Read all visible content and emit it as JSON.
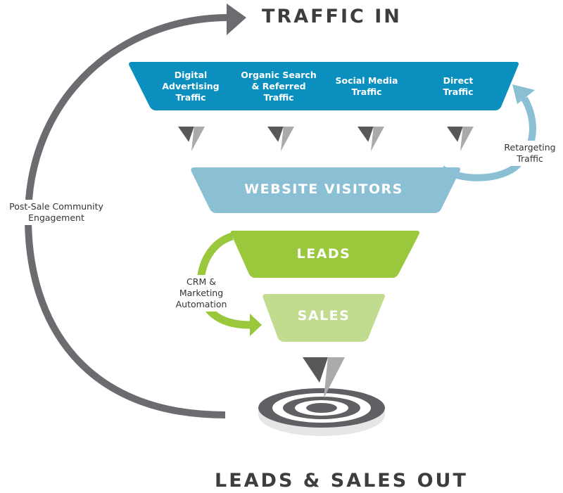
{
  "titles": {
    "top": "TRAFFIC IN",
    "bottom": "LEADS & SALES OUT"
  },
  "traffic_sources": [
    {
      "label": "Digital\nAdvertising\nTraffic"
    },
    {
      "label": "Organic Search\n& Referred\nTraffic"
    },
    {
      "label": "Social Media\nTraffic"
    },
    {
      "label": "Direct\nTraffic"
    }
  ],
  "funnel_stages": [
    {
      "id": "website-visitors",
      "label": "WEBSITE VISITORS"
    },
    {
      "id": "leads",
      "label": "LEADS"
    },
    {
      "id": "sales",
      "label": "SALES"
    }
  ],
  "loops": {
    "retargeting": "Retargeting\nTraffic",
    "crm": "CRM &\nMarketing\nAutomation",
    "post_sale": "Post-Sale Community\nEngagement"
  },
  "icons": {
    "drop_arrow": "down-triangle-icon",
    "target": "bullseye-target-icon"
  },
  "colors": {
    "traffic_band": "#0a8fbf",
    "visitors": "#8bbfd4",
    "leads": "#99c83c",
    "sales": "#c1dc8f",
    "loop_gray": "#6b6c70",
    "heading_text": "#3d3d3f"
  }
}
